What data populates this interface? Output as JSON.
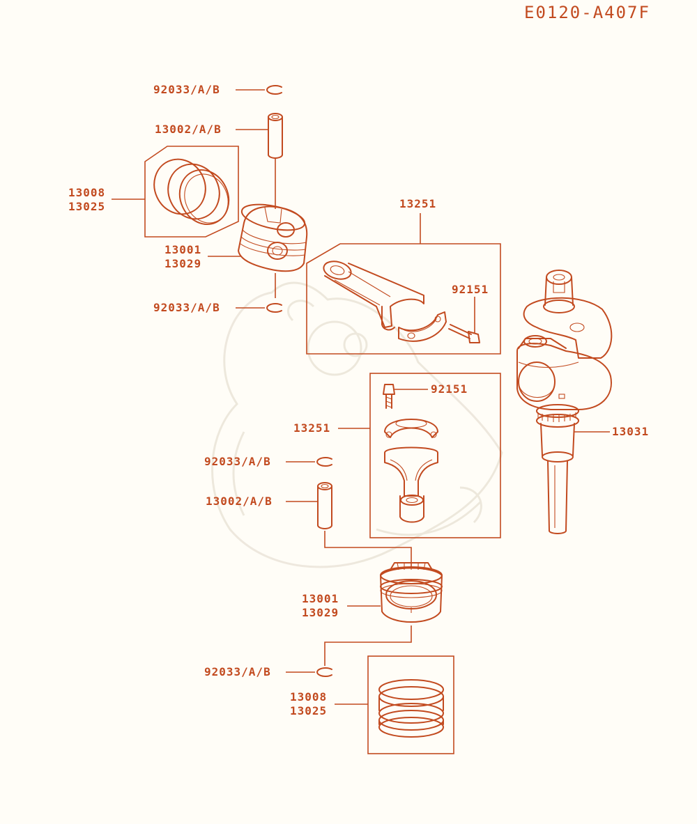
{
  "diagram": {
    "reference_code": "E0120-A407F",
    "colors": {
      "ink": "#c24a1f",
      "background": "#fffdf7",
      "watermark": "#ece6da"
    },
    "labels": {
      "clip_top_1": "92033/A/B",
      "pin_top": "13002/A/B",
      "rings_top": [
        "13008",
        "13025"
      ],
      "piston_top": [
        "13001",
        "13029"
      ],
      "clip_top_2": "92033/A/B",
      "conrod_top": "13251",
      "bolt_top": "92151",
      "bolt_bottom": "92151",
      "conrod_bottom": "13251",
      "crankshaft": "13031",
      "clip_bottom_1": "92033/A/B",
      "pin_bottom": "13002/A/B",
      "piston_bottom": [
        "13001",
        "13029"
      ],
      "clip_bottom_2": "92033/A/B",
      "rings_bottom": [
        "13008",
        "13025"
      ]
    }
  }
}
